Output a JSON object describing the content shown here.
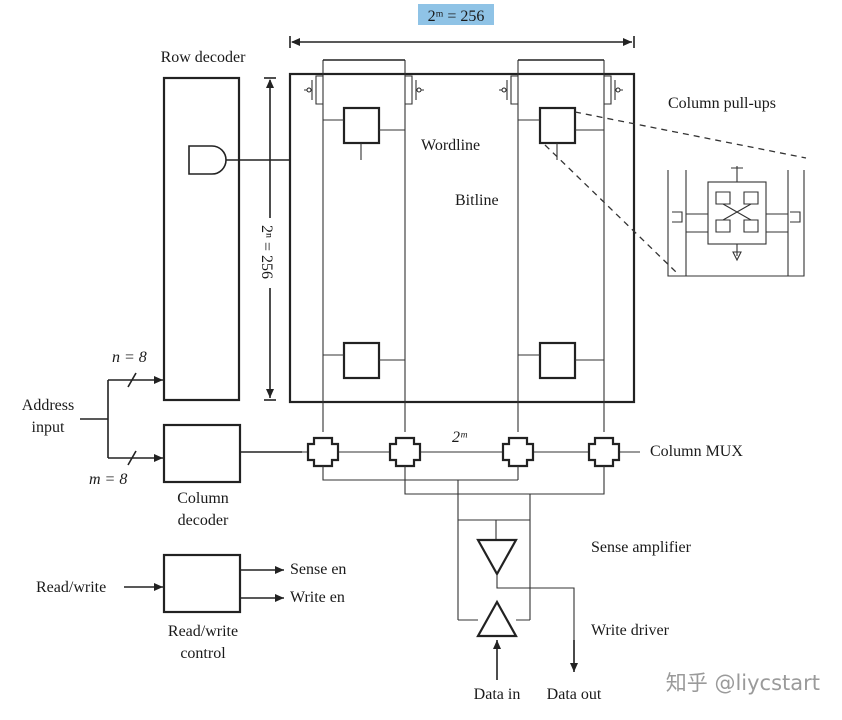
{
  "labels": {
    "column_width": "2ᵐ = 256",
    "row_decoder": "Row decoder",
    "column_pullups": "Column pull-ups",
    "wordline": "Wordline",
    "bitline": "Bitline",
    "row_height": "2ⁿ = 256",
    "n_bits": "n = 8",
    "m_bits": "m = 8",
    "address_input_line1": "Address",
    "address_input_line2": "input",
    "column_decoder_line1": "Column",
    "column_decoder_line2": "decoder",
    "mux_width": "2ᵐ",
    "column_mux": "Column MUX",
    "sense_amplifier": "Sense amplifier",
    "read_write": "Read/write",
    "sense_en": "Sense en",
    "write_en": "Write en",
    "rw_control_line1": "Read/write",
    "rw_control_line2": "control",
    "write_driver": "Write driver",
    "data_in": "Data in",
    "data_out": "Data out",
    "watermark": "知乎 @liycstart"
  },
  "colors": {
    "highlight": "#8fc3e6",
    "ink": "#222222"
  }
}
